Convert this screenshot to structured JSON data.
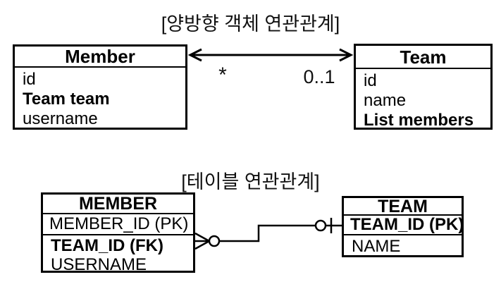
{
  "object_diagram": {
    "title": "[양방향 객체 연관관계]",
    "member_class": {
      "name": "Member",
      "fields": [
        "id",
        "Team team",
        "username"
      ]
    },
    "team_class": {
      "name": "Team",
      "fields": [
        "id",
        "name",
        "List members"
      ]
    },
    "relation": {
      "member_side_multiplicity": "*",
      "team_side_multiplicity": "0..1"
    }
  },
  "table_diagram": {
    "title": "[테이블 연관관계]",
    "member_table": {
      "name": "MEMBER",
      "pk_row": "MEMBER_ID (PK)",
      "columns": [
        "TEAM_ID (FK)",
        "USERNAME"
      ]
    },
    "team_table": {
      "name": "TEAM",
      "pk_row": "TEAM_ID (PK)",
      "columns": [
        "NAME"
      ]
    }
  },
  "colors": {
    "background": "#ffffff",
    "stroke": "#000000",
    "text": "#111111"
  }
}
